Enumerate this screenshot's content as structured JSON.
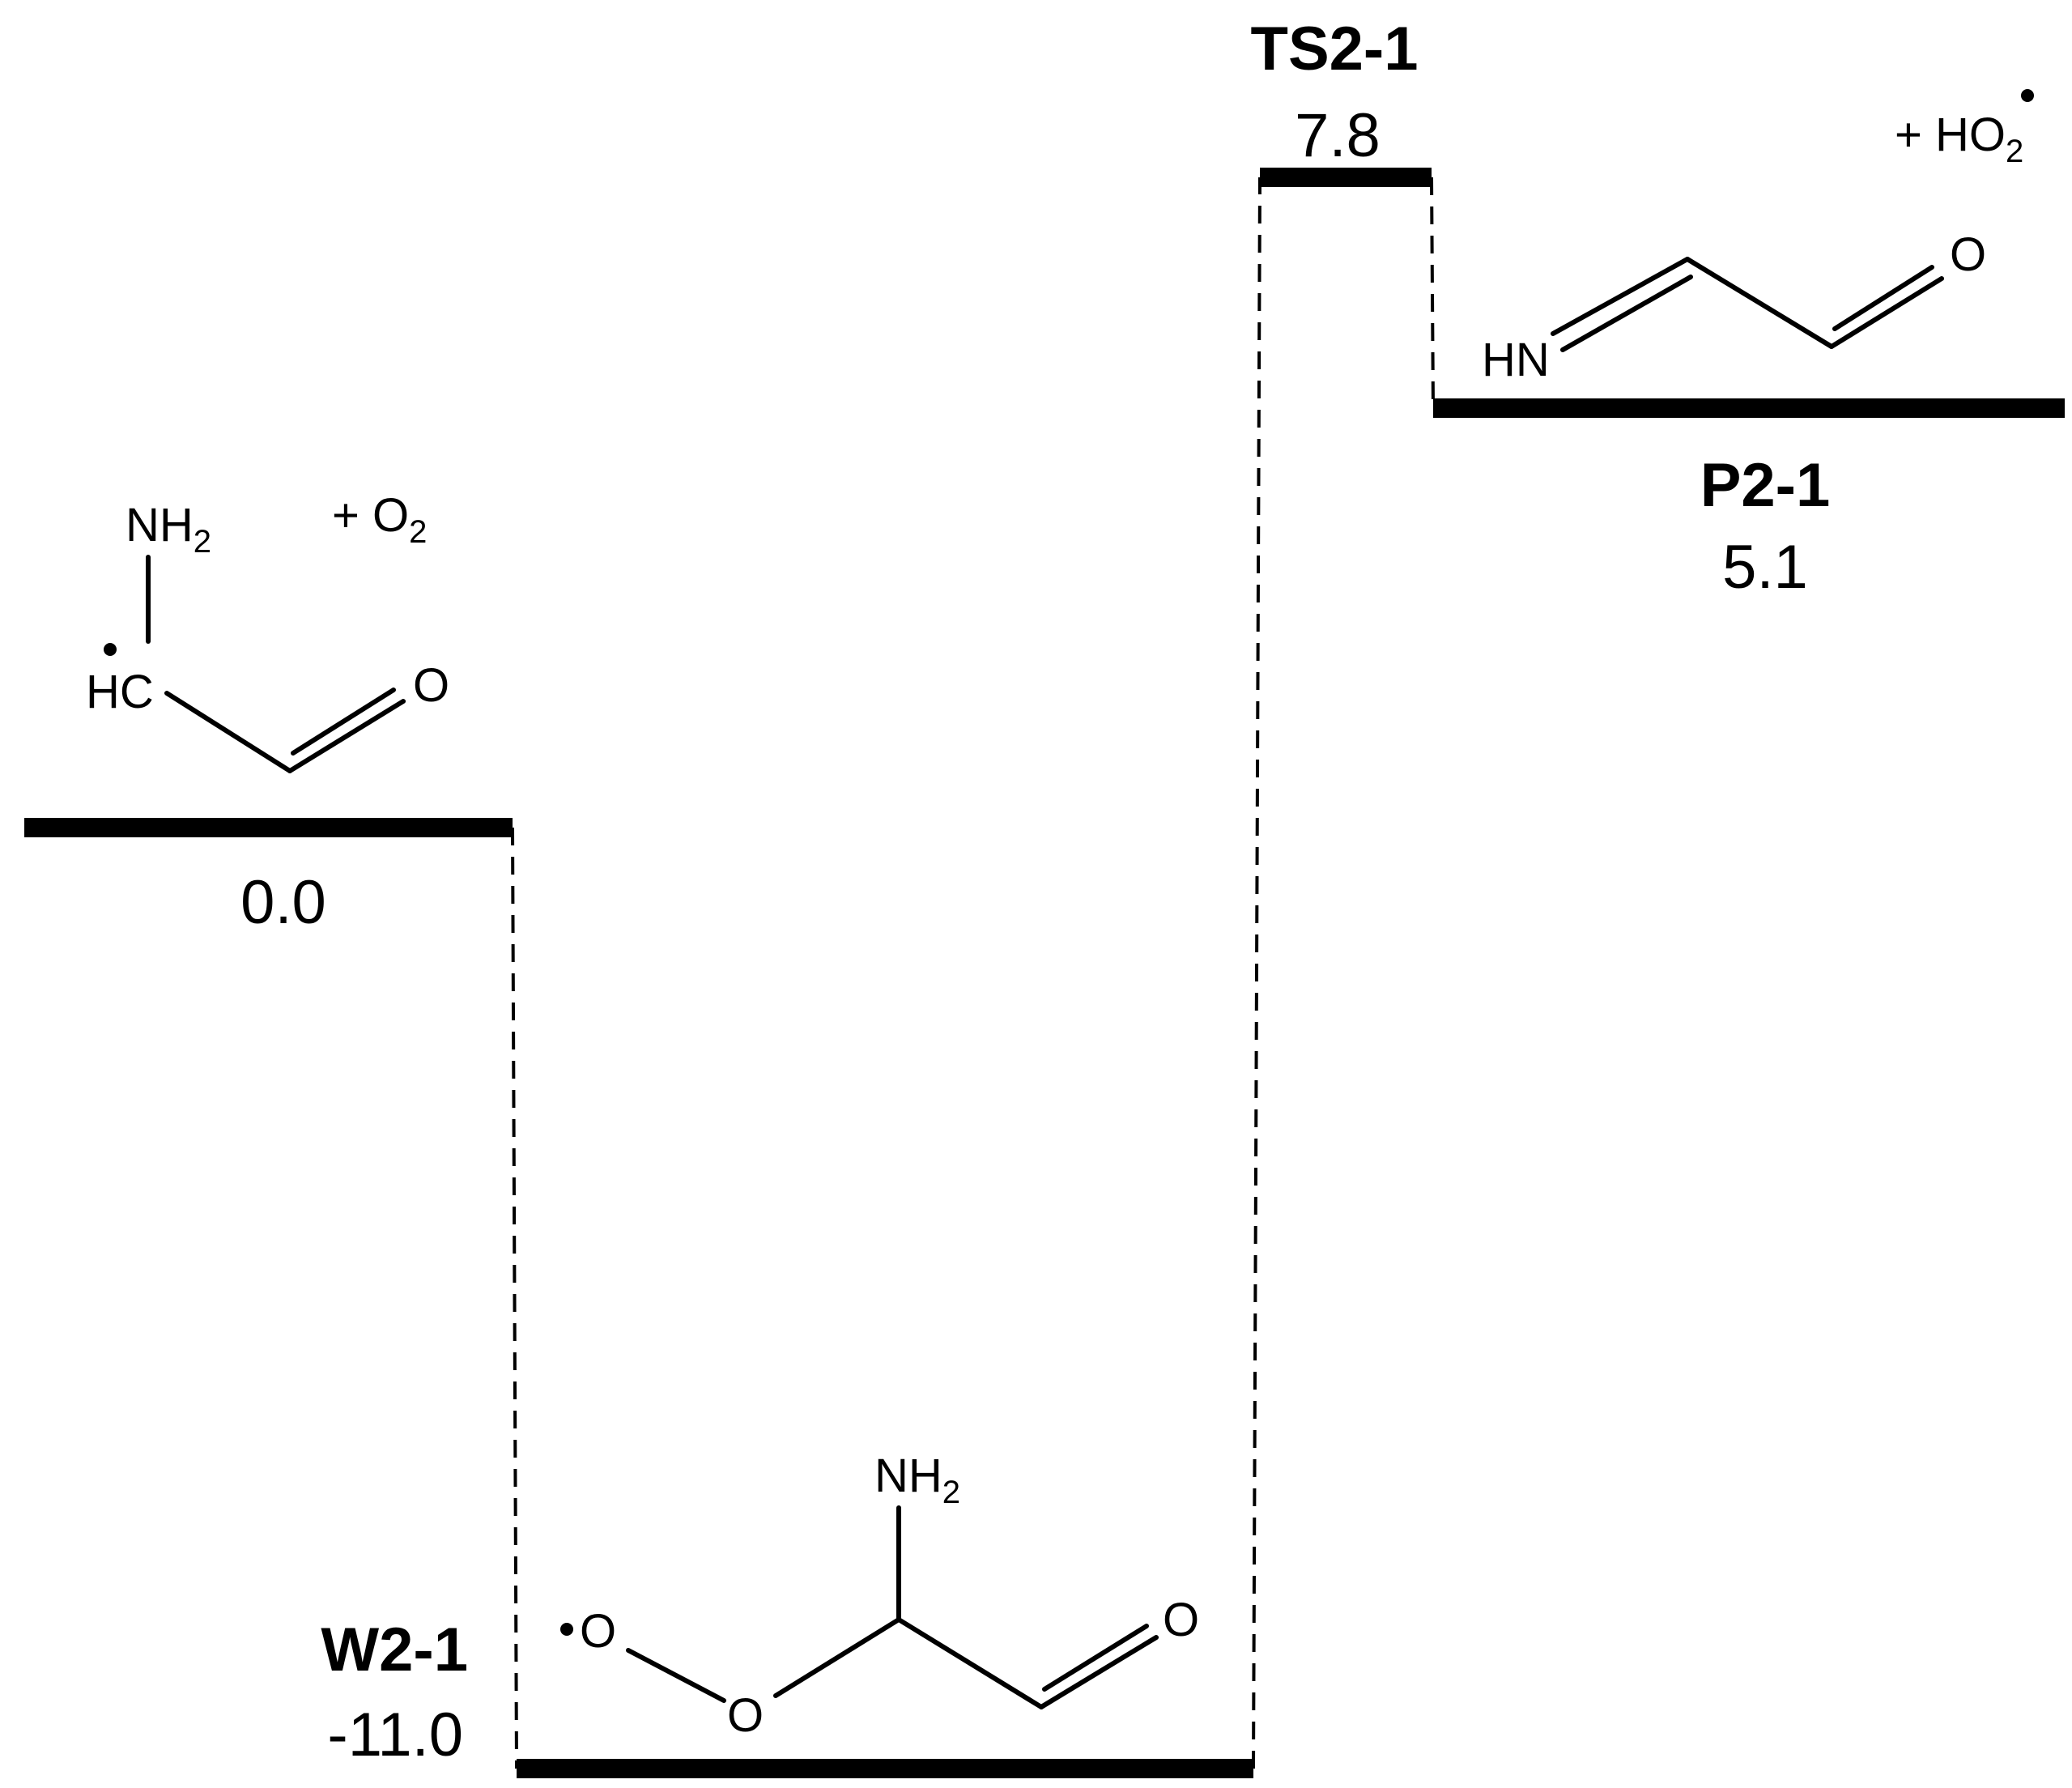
{
  "diagram": {
    "type": "potential-energy-surface",
    "colors": {
      "ink": "#000000",
      "background": "#ffffff"
    },
    "levels": [
      {
        "id": "R",
        "name": "",
        "energy": "0.0"
      },
      {
        "id": "W2-1",
        "name": "W2-1",
        "energy": "-11.0"
      },
      {
        "id": "TS2-1",
        "name": "TS2-1",
        "energy": "7.8"
      },
      {
        "id": "P2-1",
        "name": "P2-1",
        "energy": "5.1"
      }
    ],
    "structures": {
      "reactant": {
        "nh2": "NH",
        "nh2_sub": "2",
        "hc": "HC",
        "o": "O",
        "co_reactant": "+ O",
        "co_reactant_sub": "2"
      },
      "complex": {
        "nh2": "NH",
        "nh2_sub": "2",
        "o_radical": "O",
        "o_bridge": "O",
        "o_carbonyl": "O"
      },
      "product": {
        "hn": "HN",
        "o": "O",
        "co_product": "+ HO",
        "co_product_sub": "2"
      }
    }
  }
}
